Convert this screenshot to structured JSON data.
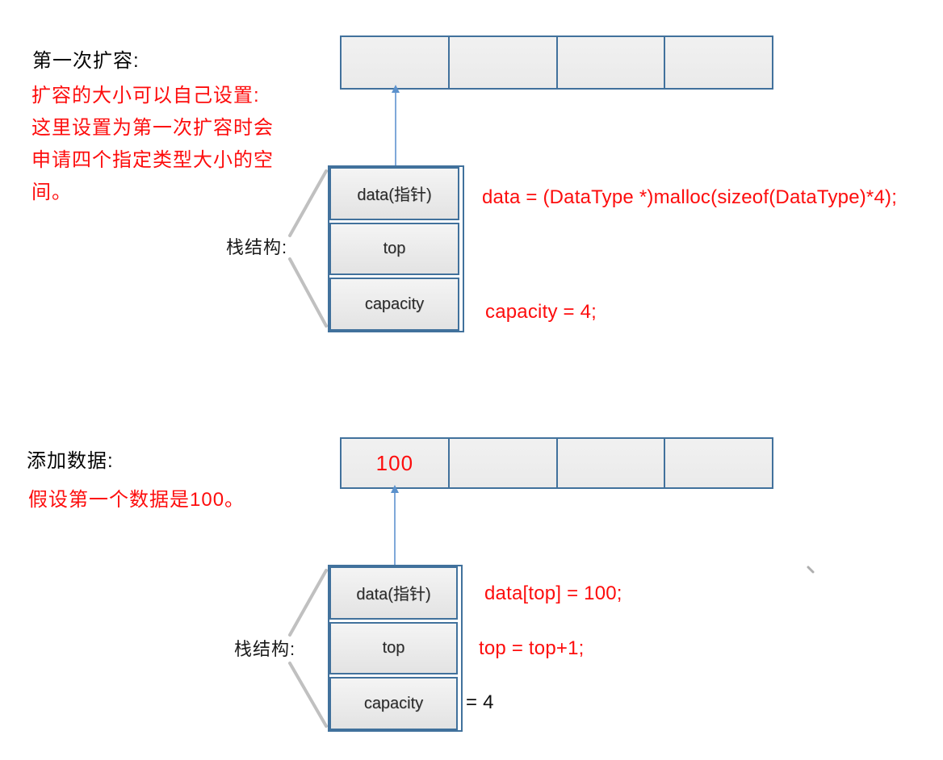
{
  "colors": {
    "box_border_blue": "#41719C",
    "arrow_blue": "#7FA8D9",
    "annotation_red": "#FD0D0D",
    "bracket_gray": "#C0C0C0",
    "cell_fill_gray": "#EFEFEF",
    "text_black": "#111111"
  },
  "sections": [
    {
      "title": "第一次扩容:",
      "note_lines": {
        "0": "扩容的大小可以自己设置:",
        "1": "这里设置为第一次扩容时会",
        "2": "申请四个指定类型大小的空",
        "3": "间。"
      },
      "array_cells": {
        "0": "",
        "1": "",
        "2": "",
        "3": ""
      },
      "stack_label": "栈结构:",
      "stack_fields": {
        "0": "data(指针)",
        "1": "top",
        "2": "capacity"
      },
      "annotations": {
        "0": {
          "text": "data = (DataType *)malloc(sizeof(DataType)*4);",
          "color": "#FD0D0D"
        },
        "1": {
          "text": "capacity = 4;",
          "color": "#FD0D0D"
        }
      }
    },
    {
      "title": "添加数据:",
      "note_lines": {
        "0": "假设第一个数据是100。"
      },
      "array_cells": {
        "0": "100",
        "1": "",
        "2": "",
        "3": ""
      },
      "stack_label": "栈结构:",
      "stack_fields": {
        "0": "data(指针)",
        "1": "top",
        "2": "capacity"
      },
      "annotations": {
        "0": {
          "text": "data[top] = 100;",
          "color": "#FD0D0D"
        },
        "1": {
          "text": "top = top+1;",
          "color": "#FD0D0D"
        },
        "2": {
          "text": "= 4",
          "color": "#111111"
        }
      }
    }
  ]
}
